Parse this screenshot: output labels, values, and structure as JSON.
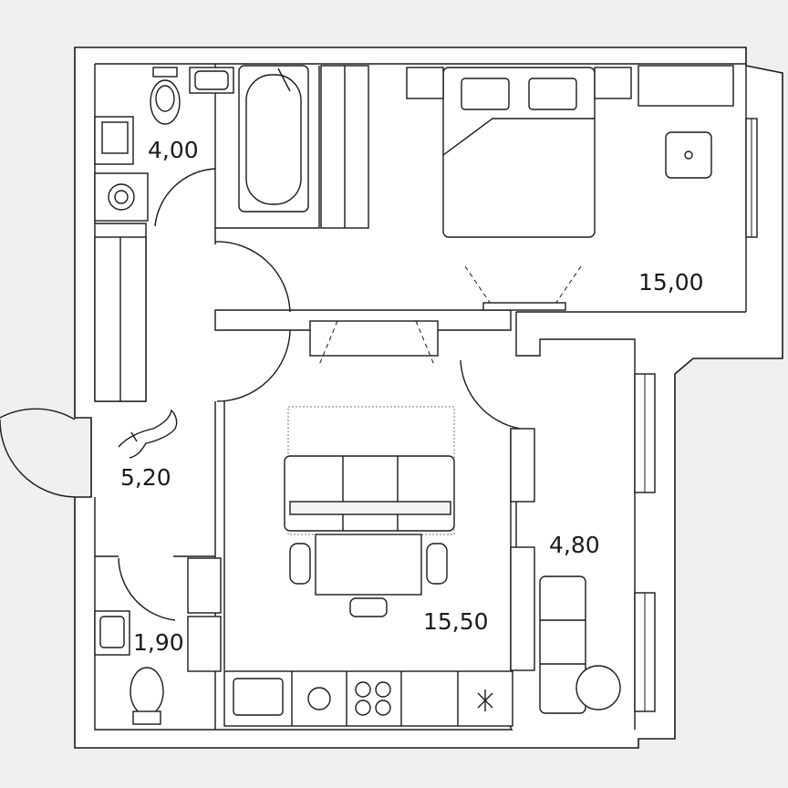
{
  "rooms": [
    {
      "key": "bathroom",
      "area": "4,00"
    },
    {
      "key": "hallway",
      "area": "5,20"
    },
    {
      "key": "toilet",
      "area": "1,90"
    },
    {
      "key": "bedroom",
      "area": "15,00"
    },
    {
      "key": "living",
      "area": "15,50"
    },
    {
      "key": "balcony",
      "area": "4,80"
    }
  ],
  "colors": {
    "background": "#efefef",
    "floor": "#ffffff",
    "lines": "#1a1a1a"
  },
  "icons": [
    "cat-icon",
    "bathtub-icon",
    "washing-machine-icon",
    "toilet-icon",
    "sink-icon",
    "bed-icon",
    "sofa-icon",
    "dining-table-icon",
    "stove-icon",
    "fridge-icon",
    "kitchen-sink-icon",
    "round-table-icon"
  ]
}
